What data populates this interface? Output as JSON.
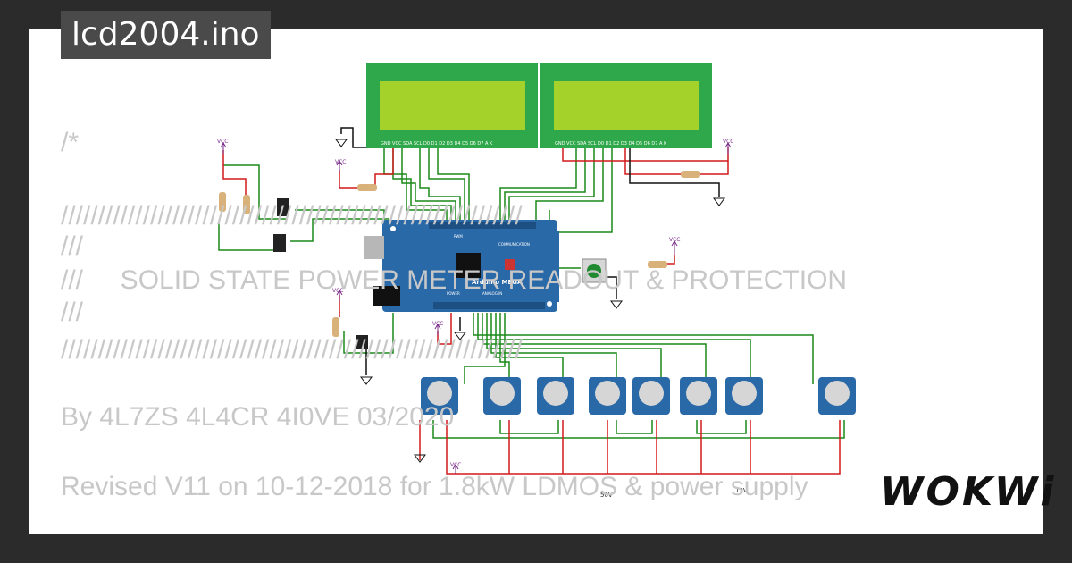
{
  "project": {
    "filename": "lcd2004.ino"
  },
  "code_lines": [
    "/*",
    "",
    "//////////////////////////////////////////////////////////////",
    "///",
    "///     SOLID STATE POWER METER READOUT & PROTECTION",
    "///",
    "//////////////////////////////////////////////////////////////",
    "",
    "By 4L7ZS 4L4CR 4I0VE 03/2020",
    "",
    "Revised V11 on 10-12-2018 for 1.8kW LDMOS & power supply"
  ],
  "diagram": {
    "board_label": "Arduino MEGA",
    "board_sub": {
      "pwm": "PWM",
      "communication": "COMMUNICATION",
      "power": "POWER",
      "analog": "ANALOG IN"
    },
    "vcc_label": "VCC",
    "voltage_labels": [
      "50V",
      "12V"
    ],
    "colors": {
      "lcd_frame": "#2ea84a",
      "lcd_screen": "#a4d12a",
      "board": "#2a69a8",
      "wire_green": "#1a8a1a",
      "wire_red": "#d21a1a",
      "wire_black": "#111111"
    }
  },
  "brand": {
    "logo_text": "WOKWi"
  }
}
